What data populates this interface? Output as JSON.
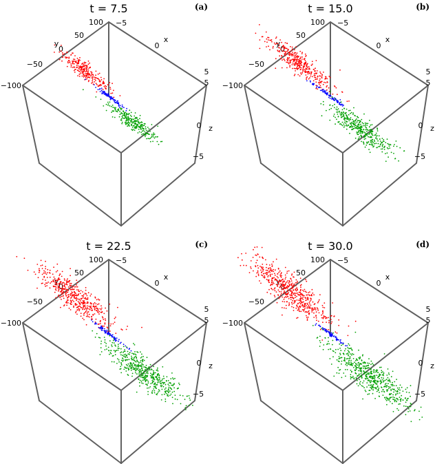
{
  "chart_data": [
    {
      "type": "scatter",
      "title": "t = 7.5",
      "panel_label": "(a)",
      "xlabel": "x",
      "ylabel": "y",
      "zlabel": "z",
      "x_ticks": [
        "−5",
        "0",
        "5"
      ],
      "y_ticks": [
        "−100",
        "−50",
        "0",
        "50",
        "100"
      ],
      "z_ticks": [
        "5",
        "0",
        "−5"
      ],
      "xlim": [
        -5,
        5
      ],
      "ylim": [
        -100,
        100
      ],
      "zlim": [
        -5,
        5
      ],
      "grid": false,
      "colors": [
        "#ff0000",
        "#0000ff",
        "#00a000"
      ],
      "clusters": [
        {
          "color": "#ff0000",
          "center": [
            -1.0,
            38,
            1.3
          ],
          "spread": [
            1.2,
            16,
            0.6
          ],
          "count": 260
        },
        {
          "color": "#0000ff",
          "center": [
            0.0,
            0,
            0.0
          ],
          "spread": [
            0.15,
            20,
            0.15
          ],
          "count": 90
        },
        {
          "color": "#00a000",
          "center": [
            1.0,
            -38,
            -1.3
          ],
          "spread": [
            1.2,
            16,
            0.6
          ],
          "count": 260
        }
      ]
    },
    {
      "type": "scatter",
      "title": "t = 15.0",
      "panel_label": "(b)",
      "xlabel": "x",
      "ylabel": "y",
      "zlabel": "z",
      "x_ticks": [
        "−5",
        "0",
        "5"
      ],
      "y_ticks": [
        "−100",
        "−50",
        "0",
        "50",
        "100"
      ],
      "z_ticks": [
        "5",
        "0",
        "−5"
      ],
      "xlim": [
        -5,
        5
      ],
      "ylim": [
        -100,
        100
      ],
      "zlim": [
        -5,
        5
      ],
      "grid": false,
      "colors": [
        "#ff0000",
        "#0000ff",
        "#00a000"
      ],
      "clusters": [
        {
          "color": "#ff0000",
          "center": [
            -1.2,
            45,
            1.6
          ],
          "spread": [
            1.5,
            22,
            0.9
          ],
          "count": 380
        },
        {
          "color": "#0000ff",
          "center": [
            0.0,
            0,
            0.0
          ],
          "spread": [
            0.15,
            20,
            0.15
          ],
          "count": 90
        },
        {
          "color": "#00a000",
          "center": [
            1.2,
            -45,
            -1.6
          ],
          "spread": [
            1.5,
            22,
            0.9
          ],
          "count": 380
        }
      ]
    },
    {
      "type": "scatter",
      "title": "t = 22.5",
      "panel_label": "(c)",
      "xlabel": "x",
      "ylabel": "y",
      "zlabel": "z",
      "x_ticks": [
        "−5",
        "0",
        "5"
      ],
      "y_ticks": [
        "−100",
        "−50",
        "0",
        "50",
        "100"
      ],
      "z_ticks": [
        "5",
        "0",
        "−5"
      ],
      "xlim": [
        -5,
        5
      ],
      "ylim": [
        -100,
        100
      ],
      "zlim": [
        -5,
        5
      ],
      "grid": false,
      "colors": [
        "#ff0000",
        "#0000ff",
        "#00a000"
      ],
      "clusters": [
        {
          "color": "#ff0000",
          "center": [
            -1.4,
            52,
            1.9
          ],
          "spread": [
            1.8,
            26,
            1.1
          ],
          "count": 480
        },
        {
          "color": "#0000ff",
          "center": [
            0.0,
            0,
            0.0
          ],
          "spread": [
            0.15,
            18,
            0.15
          ],
          "count": 80
        },
        {
          "color": "#00a000",
          "center": [
            1.4,
            -52,
            -1.9
          ],
          "spread": [
            1.8,
            26,
            1.1
          ],
          "count": 480
        }
      ]
    },
    {
      "type": "scatter",
      "title": "t = 30.0",
      "panel_label": "(d)",
      "xlabel": "x",
      "ylabel": "y",
      "zlabel": "z",
      "x_ticks": [
        "−5",
        "0",
        "5"
      ],
      "y_ticks": [
        "−100",
        "−50",
        "0",
        "50",
        "100"
      ],
      "z_ticks": [
        "5",
        "0",
        "−5"
      ],
      "xlim": [
        -5,
        5
      ],
      "ylim": [
        -100,
        100
      ],
      "zlim": [
        -5,
        5
      ],
      "grid": false,
      "colors": [
        "#ff0000",
        "#0000ff",
        "#00a000"
      ],
      "clusters": [
        {
          "color": "#ff0000",
          "center": [
            -1.6,
            58,
            2.1
          ],
          "spread": [
            2.0,
            30,
            1.3
          ],
          "count": 560
        },
        {
          "color": "#0000ff",
          "center": [
            0.0,
            0,
            0.0
          ],
          "spread": [
            0.15,
            16,
            0.15
          ],
          "count": 70
        },
        {
          "color": "#00a000",
          "center": [
            1.6,
            -58,
            -2.1
          ],
          "spread": [
            2.0,
            30,
            1.3
          ],
          "count": 560
        }
      ]
    }
  ]
}
